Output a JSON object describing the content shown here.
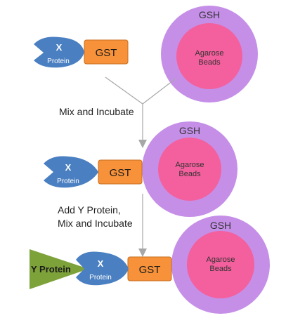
{
  "labels": {
    "gsh": "GSH",
    "beads_line1": "Agarose",
    "beads_line2": "Beads",
    "gst": "GST",
    "x_top": "X",
    "x_bottom": "Protein",
    "y_protein": "Y Protein"
  },
  "steps": {
    "step1": "Mix and Incubate",
    "step2_line1": "Add Y Protein,",
    "step2_line2": "Mix and Incubate"
  },
  "colors": {
    "gsh_ring": "#c58fe8",
    "beads_core": "#f45f9d",
    "gst_box": "#f7923a",
    "x_protein": "#4a7fc1",
    "y_protein": "#7da23a",
    "arrow": "#a7a7a7"
  }
}
